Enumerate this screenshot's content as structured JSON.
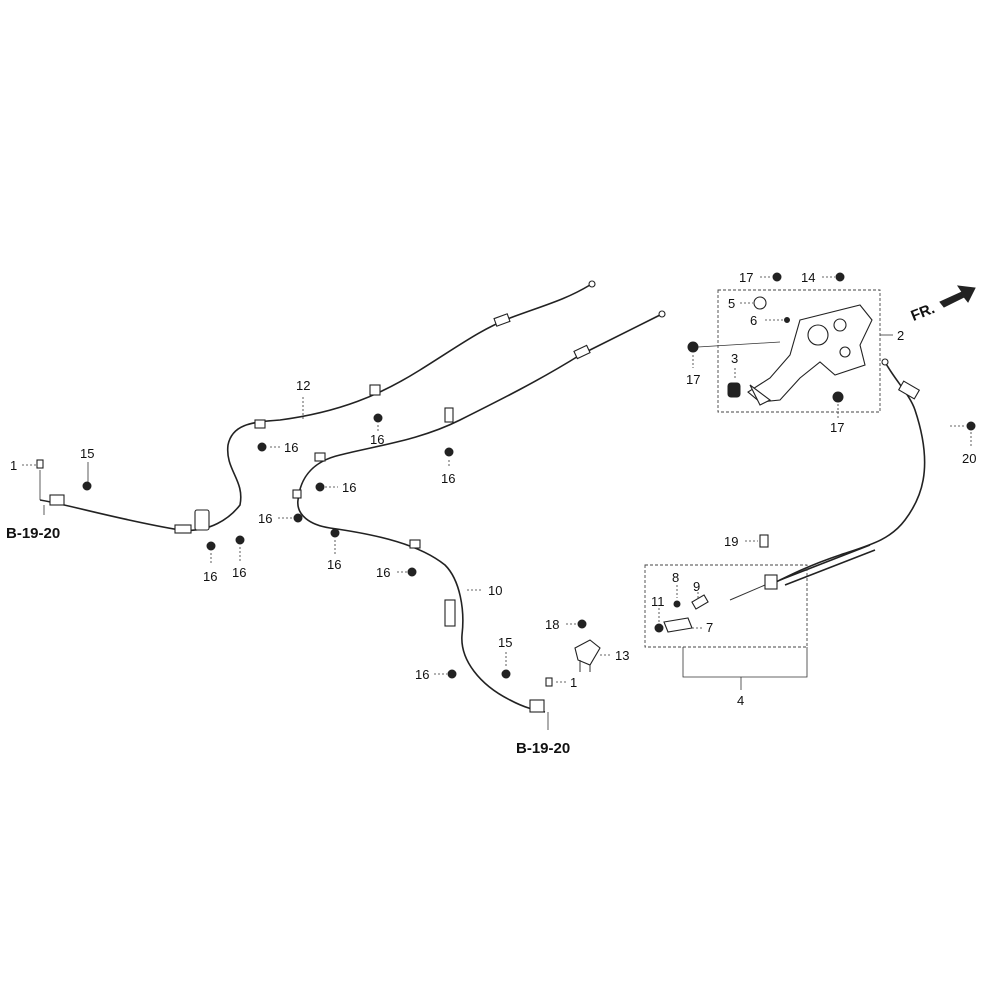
{
  "labels": {
    "p1_left": "1",
    "p1_right": "1",
    "p2": "2",
    "p3": "3",
    "p4": "4",
    "p5": "5",
    "p6": "6",
    "p7": "7",
    "p8": "8",
    "p9": "9",
    "p10": "10",
    "p11": "11",
    "p12": "12",
    "p13": "13",
    "p14": "14",
    "p15_left": "15",
    "p15_right": "15",
    "p16_a": "16",
    "p16_b": "16",
    "p16_c": "16",
    "p16_d": "16",
    "p16_e": "16",
    "p16_f": "16",
    "p16_g": "16",
    "p16_h": "16",
    "p16_i": "16",
    "p16_j": "16",
    "p17_top": "17",
    "p17_left": "17",
    "p17_bottom": "17",
    "p18": "18",
    "p19": "19",
    "p20": "20"
  },
  "references": {
    "left": "B-19-20",
    "bottom": "B-19-20"
  },
  "direction": {
    "front": "FR."
  }
}
